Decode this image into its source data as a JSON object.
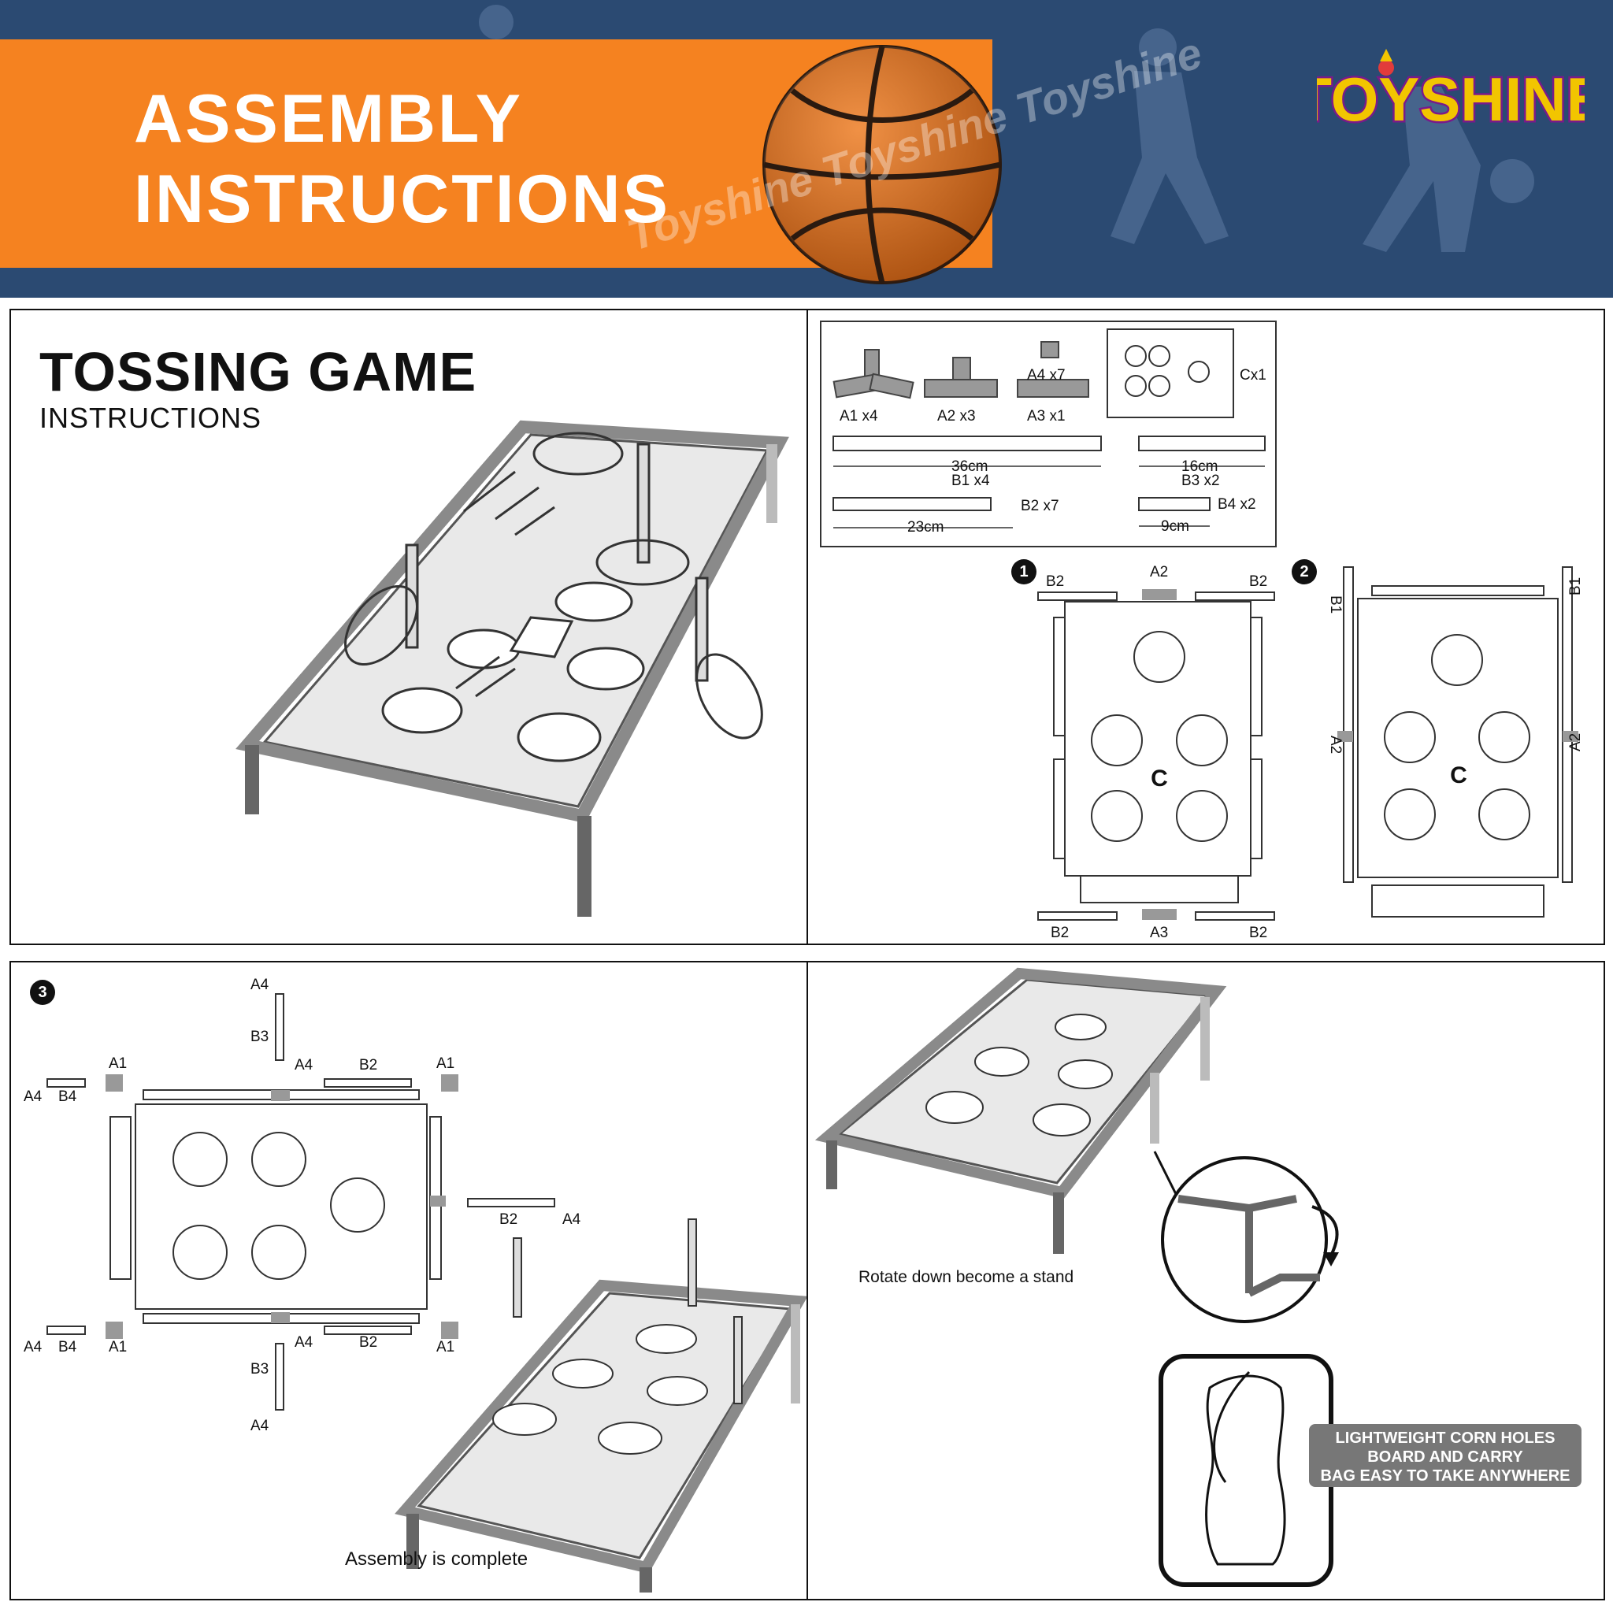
{
  "header": {
    "title_line1": "ASSEMBLY",
    "title_line2": "INSTRUCTIONS",
    "brand": "TOYSHINE",
    "watermark": "Toyshine Toyshine Toyshine",
    "colors": {
      "banner": "#f58220",
      "background": "#2b4a72",
      "ball": "#e8731a"
    }
  },
  "panel1": {
    "title": "TOSSING GAME",
    "subtitle": "INSTRUCTIONS"
  },
  "parts": {
    "a1": "A1 x4",
    "a2": "A2 x3",
    "a3": "A3 x1",
    "a4": "A4 x7",
    "c": "Cx1",
    "b1_len": "36cm",
    "b1": "B1 x4",
    "b3_len": "16cm",
    "b3": "B3 x2",
    "b2_len": "23cm",
    "b2": "B2 x7",
    "b4_len": "9cm",
    "b4": "B4 x2"
  },
  "step1": {
    "number": "1",
    "b2_left": "B2",
    "a2": "A2",
    "b2_right": "B2",
    "c": "C",
    "b2_bottom_left": "B2",
    "a3": "A3",
    "b2_bottom_right": "B2"
  },
  "step2": {
    "number": "2",
    "b1": "B1",
    "a2": "A2",
    "c": "C"
  },
  "step3": {
    "number": "3",
    "a4": "A4",
    "b3": "B3",
    "a1": "A1",
    "b2": "B2",
    "b4": "B4",
    "caption": "Assembly is complete"
  },
  "panel4": {
    "caption": "Rotate down become a stand",
    "badge_line1": "LIGHTWEIGHT CORN HOLES",
    "badge_line2": "BOARD AND CARRY",
    "badge_line3": "BAG EASY TO TAKE ANYWHERE"
  }
}
